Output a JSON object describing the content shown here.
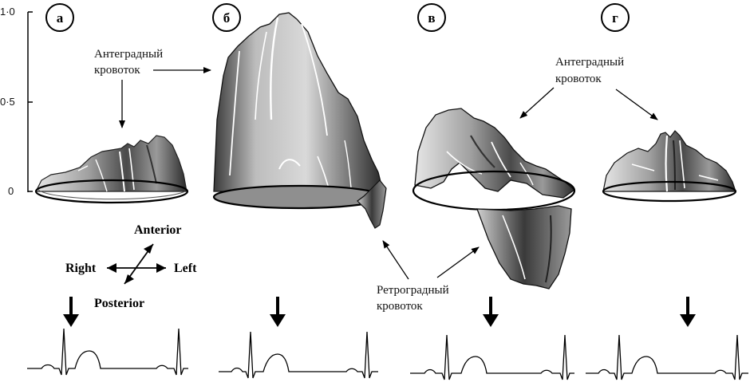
{
  "axis": {
    "ticks": [
      "1·0",
      "0·5",
      "0"
    ]
  },
  "panels": [
    {
      "letter": "а"
    },
    {
      "letter": "б"
    },
    {
      "letter": "в"
    },
    {
      "letter": "г"
    }
  ],
  "annotations": {
    "antegrade_left": [
      "Антеградный",
      "кровоток"
    ],
    "antegrade_right": [
      "Антеградный",
      "кровоток"
    ],
    "retrograde": [
      "Ретроградный",
      "кровоток"
    ]
  },
  "orientation": {
    "anterior": "Anterior",
    "posterior": "Posterior",
    "right": "Right",
    "left": "Left"
  },
  "colors": {
    "ink": "#000000",
    "shadow": "#3a3a3a",
    "mid": "#8a8a8a",
    "light": "#d6d6d6",
    "paper": "#ffffff"
  }
}
